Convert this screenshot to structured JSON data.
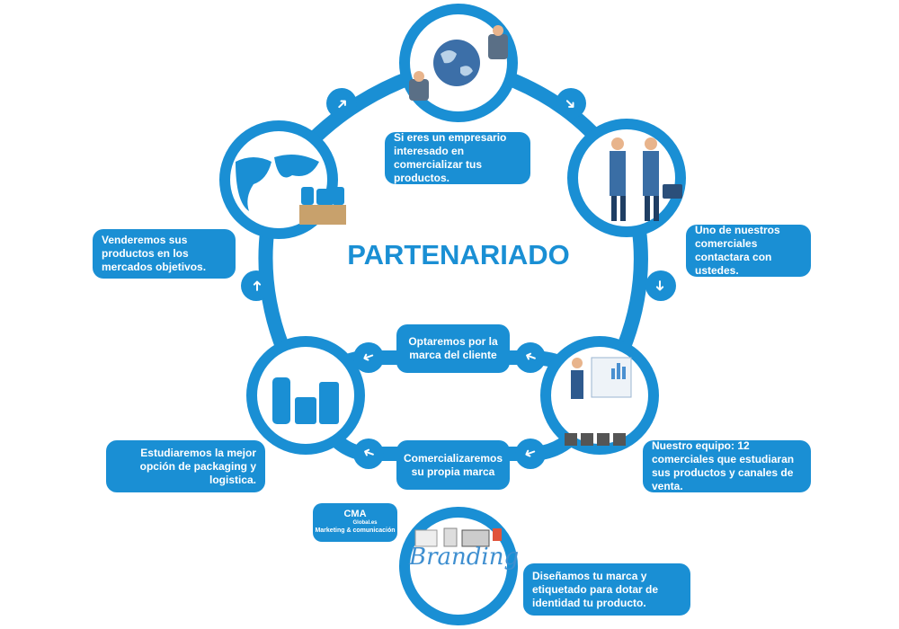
{
  "title": "PARTENARIADO",
  "steps": {
    "start": "Si eres un empresario interesado en comercializar tus productos.",
    "contact": "Uno de nuestros comerciales contactara con ustedes.",
    "team": "Nuestro equipo: 12 comerciales que estudiaran sus productos y canales de venta.",
    "client_brand": "Optaremos por la marca del cliente",
    "own_brand": "Comercializaremos su propia marca",
    "packaging": "Estudiaremos la mejor opción de packaging y logistica.",
    "sell": "Venderemos sus productos en los mercados objetivos.",
    "branding": "Diseñamos tu marca y etiquetado para dotar de identidad tu producto."
  },
  "logo": {
    "name": "CMA",
    "domain": "Global.es",
    "tagline": "Marketing & comunicación"
  },
  "branding_word": "Branding",
  "colors": {
    "primary": "#1a8fd4"
  }
}
